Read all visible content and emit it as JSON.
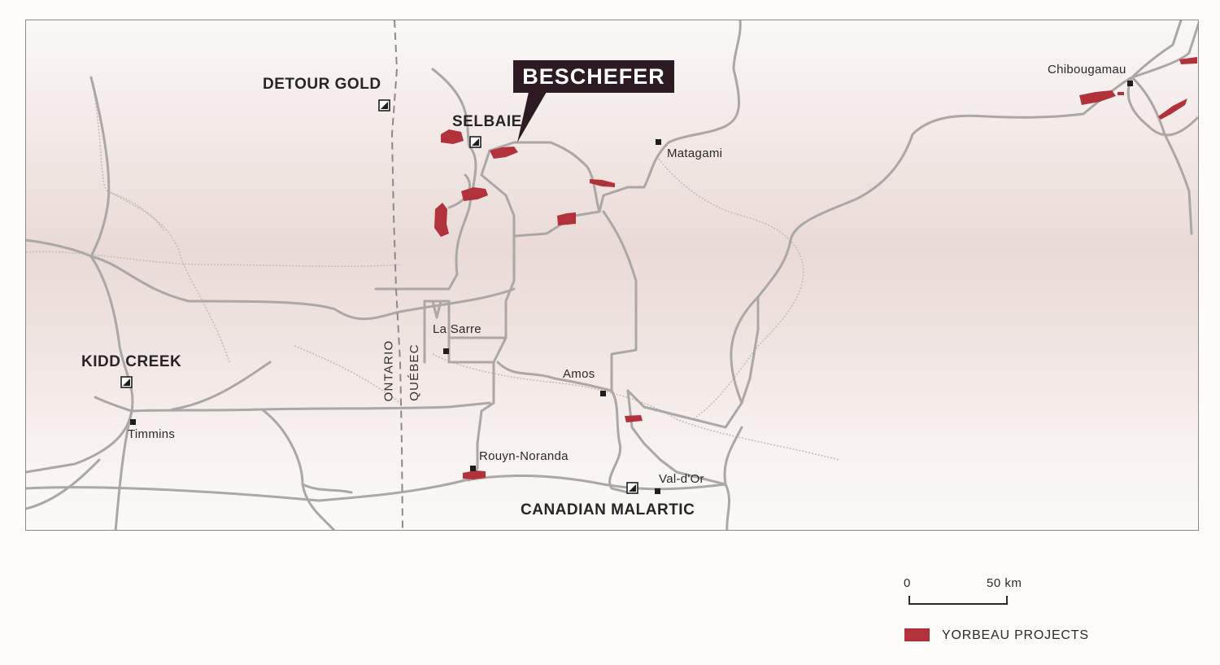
{
  "map": {
    "towns": {
      "timmins": "Timmins",
      "la_sarre": "La Sarre",
      "amos": "Amos",
      "matagami": "Matagami",
      "chibougamau": "Chibougamau",
      "rouyn_noranda": "Rouyn-Noranda",
      "val_dor": "Val-d'Or"
    },
    "mines": {
      "detour_gold": "DETOUR GOLD",
      "selbaie": "SELBAIE",
      "kidd_creek": "KIDD CREEK",
      "canadian_malartic": "CANADIAN MALARTIC"
    },
    "highlight": "BESCHEFER",
    "provinces": {
      "ontario": "ONTARIO",
      "quebec": "QUÉBEC"
    }
  },
  "scale": {
    "start": "0",
    "end": "50 km"
  },
  "legend": {
    "label": "YORBEAU PROJECTS",
    "color": "#b1323b"
  }
}
